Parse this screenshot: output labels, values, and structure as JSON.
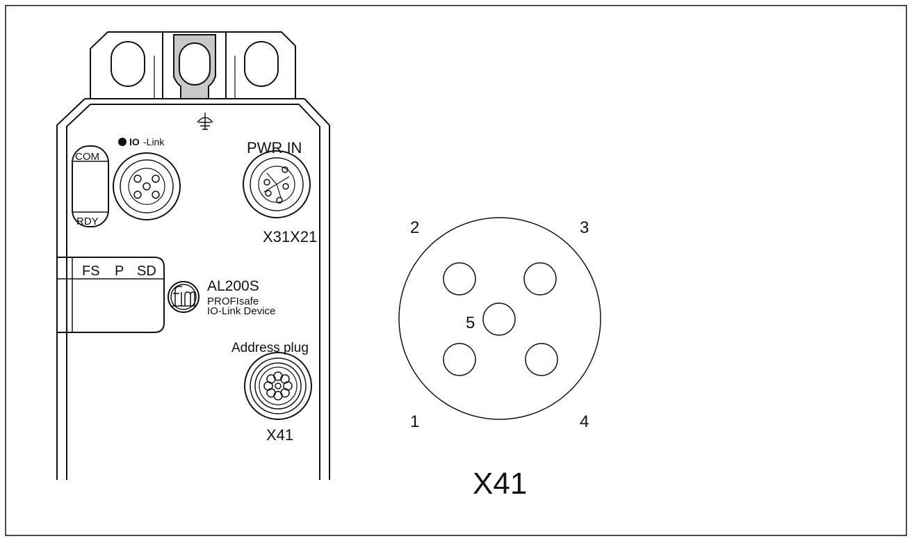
{
  "device": {
    "iolink_logo_text": "IO",
    "iolink_logo_suffix": "-Link",
    "led_com": "COM",
    "led_rdy": "RDY",
    "pwr_in_label": "PWR IN",
    "port_labels": "X31X21",
    "status_fs": "FS",
    "status_p": "P",
    "status_sd": "SD",
    "model": "AL200S",
    "model_line1": "PROFIsafe",
    "model_line2": "IO-Link Device",
    "address_plug_label": "Address plug",
    "address_port": "X41",
    "brand_logo": "ifm"
  },
  "pinout": {
    "pin1": "1",
    "pin2": "2",
    "pin3": "3",
    "pin4": "4",
    "pin5": "5",
    "title": "X41"
  },
  "colors": {
    "line": "#111111",
    "ground_tab": "#c8c8c8",
    "background": "#ffffff"
  }
}
